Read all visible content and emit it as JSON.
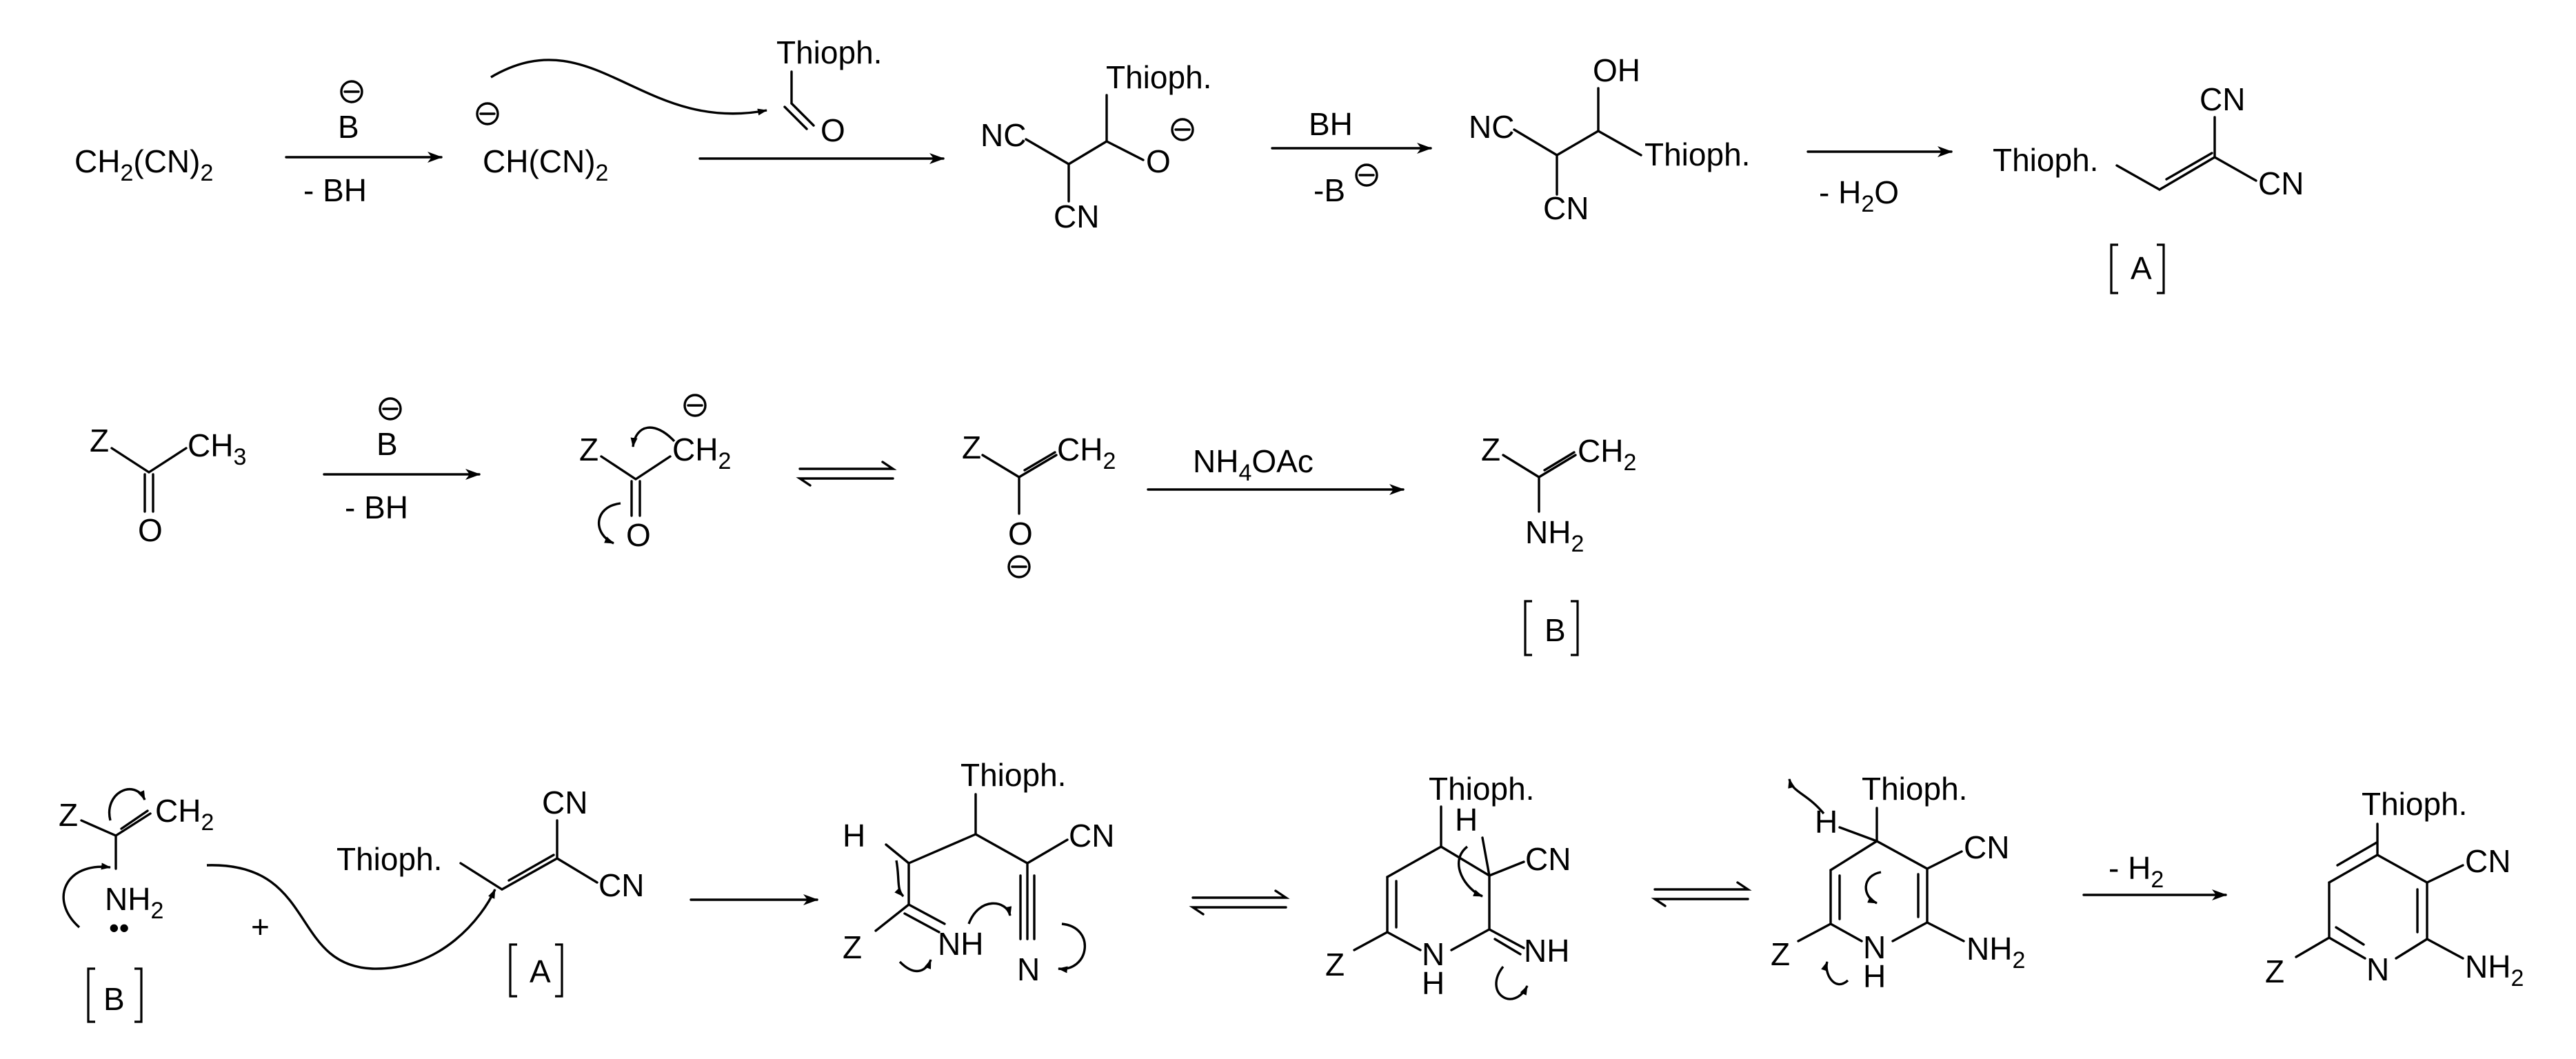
{
  "row1": {
    "malononitrile": {
      "a": "CH",
      "sub": "2",
      "b": "(CN)",
      "sub2": "2"
    },
    "base": "B",
    "minus_bh": "- BH",
    "carbanion": {
      "a": "CH(CN)",
      "sub": "2"
    },
    "aldehyde_group": "Thioph.",
    "aldehyde_o": "O",
    "alkoxide": {
      "nc": "NC",
      "cn": "CN",
      "thioph": "Thioph.",
      "o": "O"
    },
    "protonation": {
      "top": "BH",
      "bottom": "-B"
    },
    "alcohol": {
      "nc": "NC",
      "cn": "CN",
      "oh": "OH",
      "thioph": "Thioph."
    },
    "dehydration": {
      "a": "- H",
      "sub": "2",
      "b": "O"
    },
    "product": {
      "thioph": "Thioph.",
      "cn_top": "CN",
      "cn_bottom": "CN",
      "label": "A"
    }
  },
  "row2": {
    "ketone": {
      "z": "Z",
      "ch3": "CH",
      "ch3_sub": "3",
      "o": "O"
    },
    "base": "B",
    "minus_bh": "- BH",
    "enolate_c": {
      "z": "Z",
      "ch2": "CH",
      "ch2_sub": "2",
      "o": "O"
    },
    "enolate_o": {
      "z": "Z",
      "ch2": "CH",
      "ch2_sub": "2",
      "o": "O"
    },
    "reagent": {
      "a": "NH",
      "sub": "4",
      "b": "OAc"
    },
    "enamine": {
      "z": "Z",
      "ch2": "CH",
      "ch2_sub": "2",
      "nh2": "NH",
      "nh2_sub": "2",
      "label": "B"
    }
  },
  "row3": {
    "enamine": {
      "z": "Z",
      "ch2": "CH",
      "ch2_sub": "2",
      "nh2": "NH",
      "nh2_sub": "2",
      "lone_pair": "••",
      "label": "B"
    },
    "plus": "+",
    "alkene": {
      "thioph": "Thioph.",
      "cn_top": "CN",
      "cn_bottom": "CN",
      "label": "A"
    },
    "adduct": {
      "thioph": "Thioph.",
      "cn": "CN",
      "h": "H",
      "z": "Z",
      "nh": "NH",
      "n": "N"
    },
    "cyclized": {
      "thioph": "Thioph.",
      "h": "H",
      "cn": "CN",
      "z": "Z",
      "n": "N",
      "nh_h": "H",
      "nh": "NH"
    },
    "dihydropyridine": {
      "h": "H",
      "thioph": "Thioph.",
      "cn": "CN",
      "z": "Z",
      "n": "N",
      "nh_h": "H",
      "nh2": "NH",
      "nh2_sub": "2"
    },
    "oxidation": {
      "a": "- H",
      "sub": "2"
    },
    "pyridine": {
      "thioph": "Thioph.",
      "cn": "CN",
      "z": "Z",
      "n": "N",
      "nh2": "NH",
      "nh2_sub": "2"
    }
  }
}
